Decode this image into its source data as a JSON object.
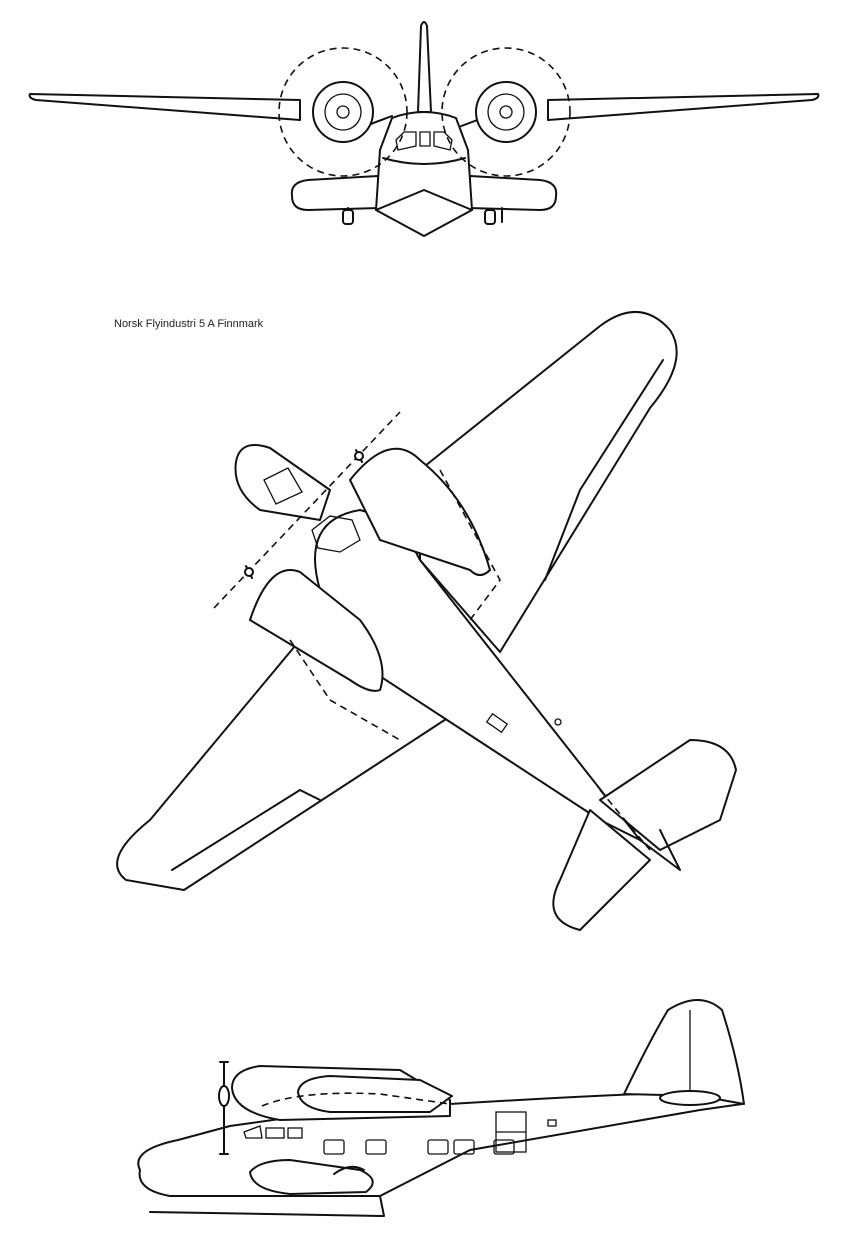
{
  "caption": "Norsk Flyindustri 5 A Finnmark",
  "views": [
    {
      "name": "front-view"
    },
    {
      "name": "plan-view"
    },
    {
      "name": "side-view"
    }
  ],
  "colors": {
    "line": "#111111",
    "background": "#ffffff"
  }
}
